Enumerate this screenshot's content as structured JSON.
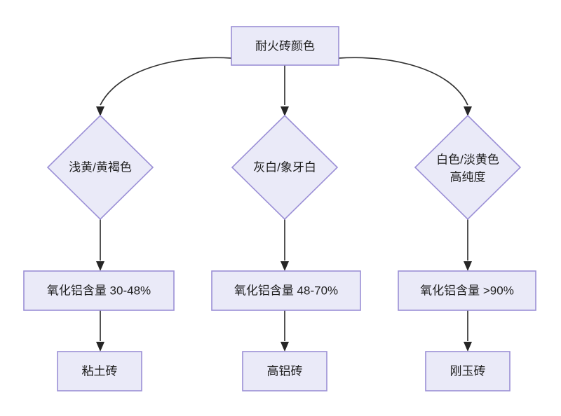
{
  "diagram": {
    "title_node": {
      "id": "root",
      "label": "耐火砖颜色",
      "shape": "rectangle"
    },
    "colors": {
      "node_fill": "#eaeaf8",
      "node_border": "#9b8fd6",
      "edge_stroke": "#333333",
      "text": "#1f1f1f",
      "background": "#ffffff"
    },
    "branches": [
      {
        "decision_line1": "浅黄/黄褐色",
        "decision_line2": "",
        "alumina": "氧化铝含量 30-48%",
        "product": "粘土砖"
      },
      {
        "decision_line1": "灰白/象牙白",
        "decision_line2": "",
        "alumina": "氧化铝含量 48-70%",
        "product": "高铝砖"
      },
      {
        "decision_line1": "白色/淡黄色",
        "decision_line2": "高纯度",
        "alumina": "氧化铝含量 >90%",
        "product": "刚玉砖"
      }
    ]
  }
}
